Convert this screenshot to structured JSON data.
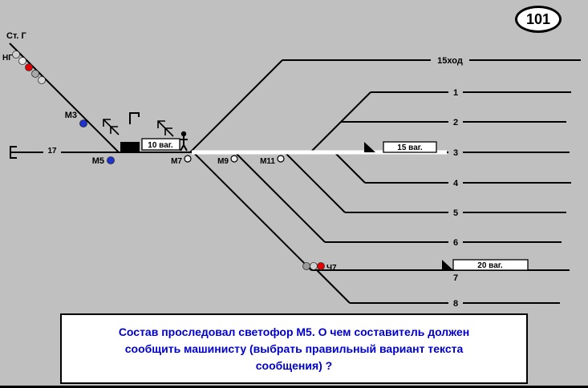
{
  "badge": {
    "number": "101"
  },
  "station": {
    "name": "Ст. Г"
  },
  "signals": {
    "ng": {
      "label": "НГ"
    },
    "m3": {
      "label": "М3"
    },
    "m5": {
      "label": "М5"
    },
    "m7": {
      "label": "М7"
    },
    "m9": {
      "label": "М9"
    },
    "m11": {
      "label": "М11"
    },
    "ch7": {
      "label": "Ч7"
    }
  },
  "tracks": {
    "t17": "17",
    "t15hod": "15ход",
    "t1": "1",
    "t2": "2",
    "t3": "3",
    "t4": "4",
    "t5": "5",
    "t6": "6",
    "t7": "7",
    "t8": "8"
  },
  "markers": {
    "wagons10": "10 ваг.",
    "wagons15": "15 ваг.",
    "wagons20": "20 ваг."
  },
  "question": {
    "text": "Состав проследовал светофор М5. О чем составитель должен сообщить машинисту (выбрать правильный вариант текста сообщения) ?"
  },
  "colors": {
    "background": "#c0c0c0",
    "route_white": "#ffffff",
    "signal_blue": "#2233cc",
    "signal_red": "#e30000",
    "question_text": "#0000cc"
  }
}
